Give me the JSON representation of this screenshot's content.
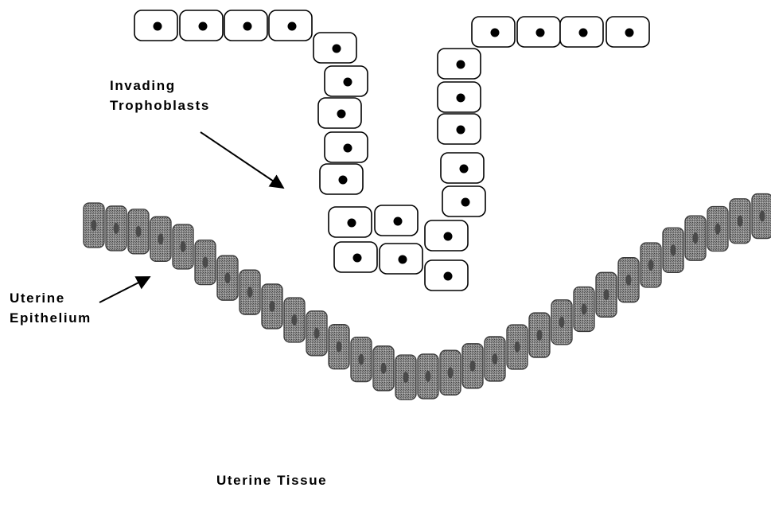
{
  "labels": {
    "trophoblasts": [
      "Invading",
      "Trophoblasts"
    ],
    "epithelium": [
      "Uterine",
      "Epithelium"
    ],
    "tissue": "Uterine Tissue"
  },
  "colors": {
    "cell_fill": "#ffffff",
    "cell_stroke": "#000000",
    "nucleus": "#000000",
    "epithelium_fill": "#8a8a8a",
    "epithelium_dark": "#4a4a4a",
    "epithelium_stroke": "#3a3a3a"
  }
}
